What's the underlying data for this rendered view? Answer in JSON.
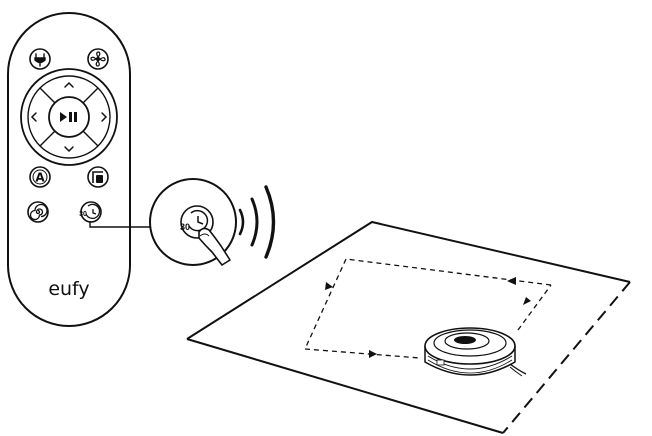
{
  "remote": {
    "brand": "eufy",
    "buttons": {
      "power_icon": "power-plug-icon",
      "suction_icon": "fan-icon",
      "up_icon": "chevron-up-icon",
      "down_icon": "chevron-down-icon",
      "left_icon": "chevron-left-icon",
      "right_icon": "chevron-right-icon",
      "play_pause_icon": "play-pause-icon",
      "auto_label": "A",
      "edge_icon": "edge-clean-icon",
      "spot_icon": "spot-clean-icon",
      "timer_label": "30"
    }
  },
  "zoom": {
    "timer_label": "30"
  },
  "colors": {
    "line": "#111111",
    "background": "#ffffff"
  }
}
